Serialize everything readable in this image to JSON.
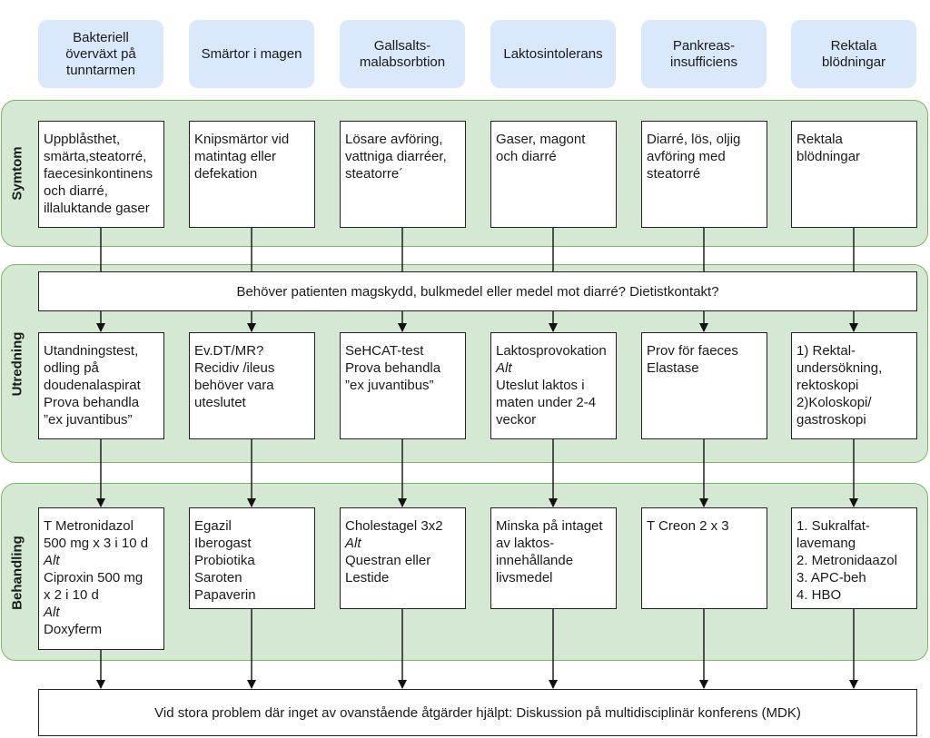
{
  "headers": [
    "Bakteriell\növerväxt på\ntunntarmen",
    "Smärtor i magen",
    "Gallsalts-\nmalabsorbtion",
    "Laktosintolerans",
    "Pankreas-\ninsufficiens",
    "Rektala\nblödningar"
  ],
  "lanes": {
    "symtom": "Symtom",
    "utredning": "Utredning",
    "behandling": "Behandling"
  },
  "symtom": [
    [
      {
        "t": "Uppblåsthet,"
      },
      {
        "t": "smärta,steatorré,"
      },
      {
        "t": "faecesinkontinens"
      },
      {
        "t": "och diarré,"
      },
      {
        "t": "illaluktande gaser"
      }
    ],
    [
      {
        "t": "Knipsmärtor vid"
      },
      {
        "t": "matintag eller"
      },
      {
        "t": "defekation"
      }
    ],
    [
      {
        "t": "Lösare avföring,"
      },
      {
        "t": "vattniga diarréer,"
      },
      {
        "t": "steatorre´"
      }
    ],
    [
      {
        "t": "Gaser, magont"
      },
      {
        "t": "och diarré"
      }
    ],
    [
      {
        "t": "Diarré, lös, oljig"
      },
      {
        "t": "avföring med"
      },
      {
        "t": "steatorré"
      }
    ],
    [
      {
        "t": "Rektala"
      },
      {
        "t": "blödningar"
      }
    ]
  ],
  "common_question": "Behöver patienten magskydd, bulkmedel eller medel mot diarré? Dietistkontakt?",
  "utredning": [
    [
      {
        "t": "Utandningstest,"
      },
      {
        "t": "odling på"
      },
      {
        "t": "doudenalaspirat"
      },
      {
        "t": "Prova behandla"
      },
      {
        "t": "”ex juvantibus”"
      }
    ],
    [
      {
        "t": "Ev.DT/MR?"
      },
      {
        "t": "Recidiv /ileus"
      },
      {
        "t": "behöver vara"
      },
      {
        "t": "uteslutet"
      }
    ],
    [
      {
        "t": "SeHCAT-test"
      },
      {
        "t": "Prova behandla"
      },
      {
        "t": "”ex juvantibus”"
      }
    ],
    [
      {
        "t": "Laktosprovokation"
      },
      {
        "t": "Alt",
        "i": true
      },
      {
        "t": "Uteslut laktos i"
      },
      {
        "t": "maten under 2-4"
      },
      {
        "t": "veckor"
      }
    ],
    [
      {
        "t": "Prov för faeces"
      },
      {
        "t": "Elastase"
      }
    ],
    [
      {
        "t": "1) Rektal-"
      },
      {
        "t": "undersökning,"
      },
      {
        "t": "rektoskopi"
      },
      {
        "t": "2)Koloskopi/"
      },
      {
        "t": "gastroskopi"
      }
    ]
  ],
  "behandling": [
    [
      {
        "t": "T Metronidazol"
      },
      {
        "t": "500 mg x 3 i 10 d"
      },
      {
        "t": "Alt",
        "i": true
      },
      {
        "t": "Ciproxin 500 mg"
      },
      {
        "t": "x 2 i 10 d"
      },
      {
        "t": "Alt",
        "i": true
      },
      {
        "t": "Doxyferm"
      }
    ],
    [
      {
        "t": "Egazil"
      },
      {
        "t": "Iberogast"
      },
      {
        "t": "Probiotika"
      },
      {
        "t": "Saroten"
      },
      {
        "t": "Papaverin"
      }
    ],
    [
      {
        "t": "Cholestagel 3x2"
      },
      {
        "t": "Alt",
        "i": true
      },
      {
        "t": "Questran eller"
      },
      {
        "t": "Lestide"
      }
    ],
    [
      {
        "t": "Minska på intaget"
      },
      {
        "t": "av laktos-"
      },
      {
        "t": "innehållande"
      },
      {
        "t": "livsmedel"
      }
    ],
    [
      {
        "t": "T Creon 2 x 3"
      }
    ],
    [
      {
        "t": "1. Sukralfat-"
      },
      {
        "t": "lavemang"
      },
      {
        "t": "2. Metronidaazol"
      },
      {
        "t": "3. APC-beh"
      },
      {
        "t": "4. HBO"
      }
    ]
  ],
  "footer": "Vid stora problem där inget av ovanstående åtgärder hjälpt: Diskussion på multidisciplinär konferens (MDK)"
}
